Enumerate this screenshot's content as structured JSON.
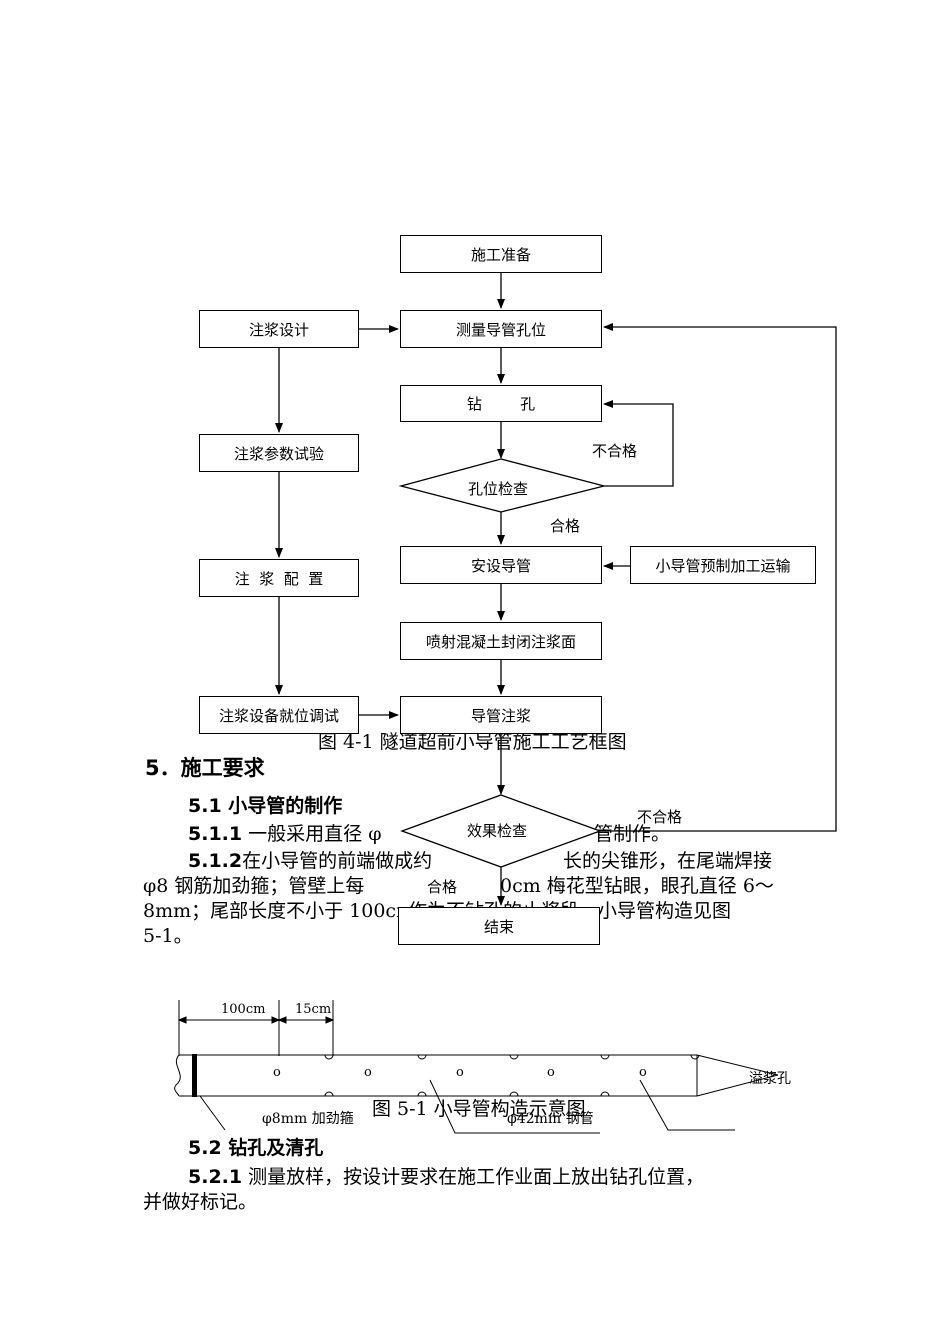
{
  "flowchart": {
    "prep": "施工准备",
    "measure": "测量导管孔位",
    "drill": "钻        孔",
    "hole_check": "孔位检查",
    "unqualified_1": "不合格",
    "qualified_1": "合格",
    "install": "安设导管",
    "prefab": "小导管预制加工运输",
    "shotcrete": "喷射混凝土封闭注浆面",
    "grouting": "导管注浆",
    "grout_design": "注浆设计",
    "grout_param": "注浆参数试验",
    "grout_mix": "注  浆  配  置",
    "grout_equip": "注浆设备就位调试",
    "effect_check": "效果检查",
    "unqualified_2": "不合格",
    "qualified_2": "合格",
    "end": "结束"
  },
  "figure_4_1_caption": "图 4-1  隧道超前小导管施工工艺框图",
  "section5": {
    "heading": "5．施工要求",
    "sub_5_1": "5.1  小导管的制作",
    "p_5_1_1_num": "5.1.1",
    "p_5_1_1_text": " 一般采用直径 φ",
    "p_5_1_1_tail": "管制作。",
    "p_5_1_2_num": "5.1.2",
    "p_5_1_2_line1": "在小导管的前端做成约",
    "p_5_1_2_line1b": "长的尖锥形，在尾端焊接",
    "p_5_1_2_line2": " φ8 钢筋加劲箍；管壁上每",
    "p_5_1_2_line2b": "0cm 梅花型钻眼，眼孔直径 6～",
    "p_5_1_2_line3": "8mm；尾部长度不小于 100cm",
    "p_5_1_2_line3b": "作为不钻孔的止浆段。小导管构造见图",
    "p_5_1_2_line4": "5-1。"
  },
  "pipe_diagram": {
    "dim_100": "100cm",
    "dim_15": "15cm",
    "overflow_hole": "溢浆孔",
    "hoop": "φ8mm 加劲箍",
    "steel_pipe": "φ42mm 钢管",
    "hole_mark": "o"
  },
  "figure_5_1_caption": "图 5-1  小导管构造示意图",
  "section5_2": {
    "sub_5_2": "5.2  钻孔及清孔",
    "p_5_2_1_num": "5.2.1",
    "p_5_2_1_line1": " 测量放样，按设计要求在施工作业面上放出钻孔位置，",
    "p_5_2_1_line2": "并做好标记。"
  }
}
